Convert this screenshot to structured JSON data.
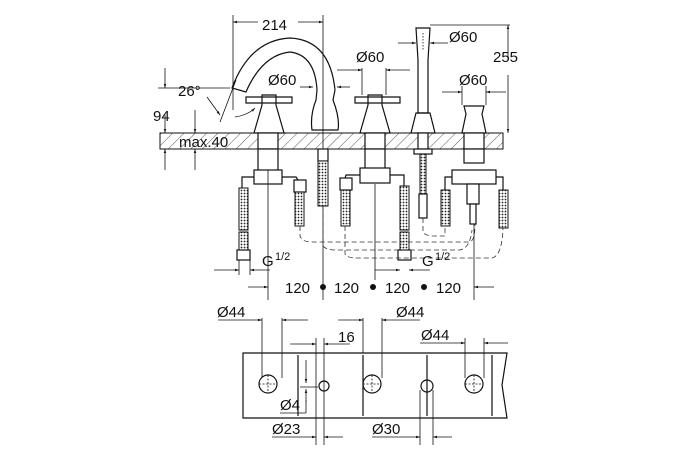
{
  "top_view": {
    "width_214": "214",
    "height_255": "255",
    "spout_height_94": "94",
    "angle": "26°",
    "deck_thickness": "max.40",
    "diameters": [
      "Ø60",
      "Ø60",
      "Ø60",
      "Ø60"
    ],
    "thread_left": "G",
    "thread_right": "G",
    "thread_fraction": "1/2",
    "spacings": [
      "120",
      "120",
      "120",
      "120"
    ]
  },
  "hole_plan": {
    "hole_diam_labels": [
      "Ø44",
      "Ø44",
      "Ø44"
    ],
    "offset_16": "16",
    "pin_diam": "Ø4",
    "small_hole_23": "Ø23",
    "small_hole_30": "Ø30"
  },
  "colors": {
    "line": "#111111",
    "background": "#ffffff"
  }
}
